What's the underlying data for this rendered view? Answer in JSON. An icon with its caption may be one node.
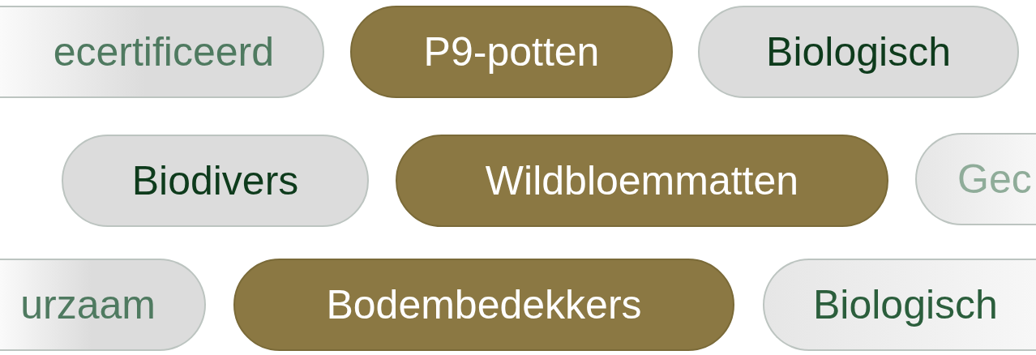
{
  "diagram": {
    "nodes": [
      {
        "text": [
          "ecertificeerd"
        ]
      },
      {
        "text": [
          "P9-potten"
        ]
      },
      {
        "text": [
          "Biologisch"
        ]
      },
      {
        "text": [
          "Biodivers"
        ]
      },
      {
        "text": [
          "Wildbloemmatten"
        ]
      },
      {
        "text": [
          "Gec"
        ]
      },
      {
        "text": [
          "urzaam"
        ]
      },
      {
        "text": [
          "Bodembedekkers"
        ]
      },
      {
        "text": [
          "Biologisch"
        ]
      }
    ]
  }
}
